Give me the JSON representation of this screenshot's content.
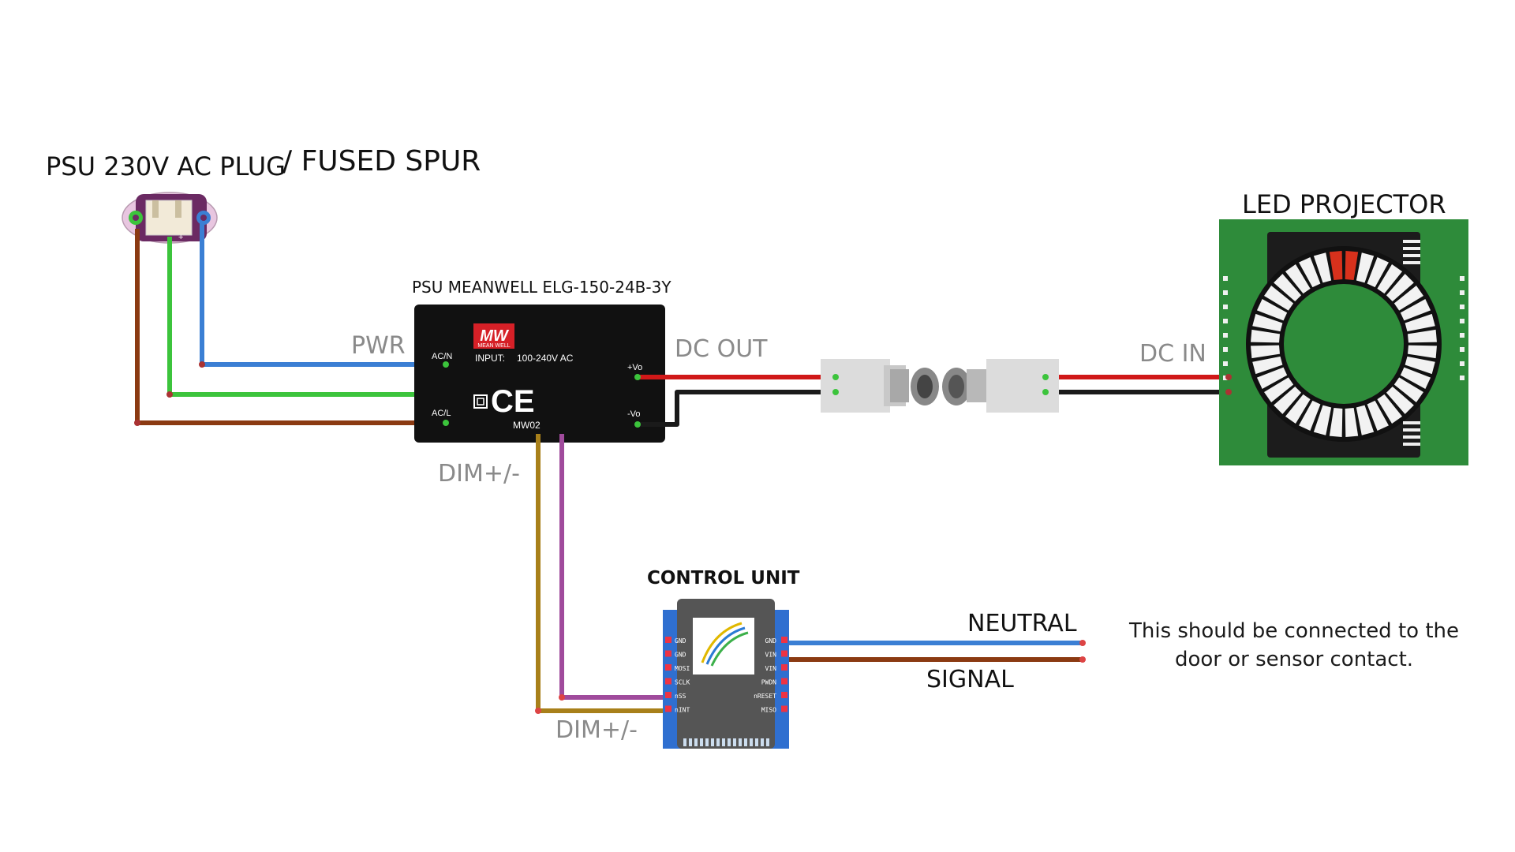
{
  "labels": {
    "plug_title_a": "PSU 230V AC PLUG",
    "plug_title_b": "/ FUSED SPUR",
    "psu_title": "PSU MEANWELL ELG-150-24B-3Y",
    "pwr": "PWR",
    "dc_out": "DC OUT",
    "dc_in": "DC IN",
    "led_title": "LED PROJECTOR",
    "dim_top": "DIM+/-",
    "dim_bottom": "DIM+/-",
    "control_title": "CONTROL UNIT",
    "neutral": "NEUTRAL",
    "signal": "SIGNAL"
  },
  "psu": {
    "brand_logo": "MW",
    "brand_sub": "MEAN WELL",
    "input_label": "INPUT:",
    "input_value": "100-240V AC",
    "ce_mark": "CE",
    "model_code": "MW02",
    "pins": {
      "acn": "AC/N",
      "acl": "AC/L",
      "vo_plus": "+Vo",
      "vo_minus": "-Vo"
    }
  },
  "plug": {
    "pin_mark": "+"
  },
  "control_unit": {
    "left_pins": [
      "GND",
      "GND",
      "MOSI",
      "SCLK",
      "nSS",
      "nINT"
    ],
    "right_pins": [
      "GND",
      "VIN",
      "VIN",
      "PWDN",
      "nRESET",
      "MISO"
    ]
  },
  "note": {
    "line1": "This should be connected to the",
    "line2": "door or sensor contact."
  },
  "colors": {
    "wire_blue": "#3b7fd4",
    "wire_green": "#3cc43c",
    "wire_brown": "#8b3a12",
    "wire_red": "#d01818",
    "wire_black": "#1a1a1a",
    "wire_gold": "#a8801a",
    "wire_purple": "#a04b9c",
    "pcb_green": "#2e8b3a",
    "pcb_blue": "#2f6fd0",
    "psu_body": "#111111",
    "label_gray": "#8a8a8a"
  }
}
